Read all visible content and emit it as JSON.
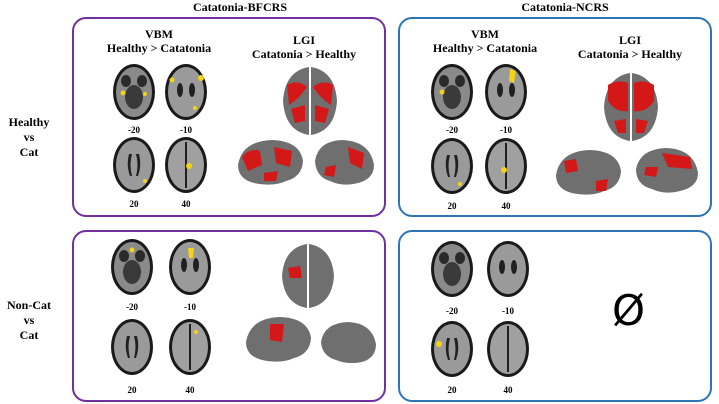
{
  "columns": [
    "Catatonia-BFCRS",
    "Catatonia-NCRS"
  ],
  "rows": [
    {
      "lines": [
        "Healthy",
        "vs",
        "Cat"
      ]
    },
    {
      "lines": [
        "Non-Cat",
        "vs",
        "Cat"
      ]
    }
  ],
  "vbm": {
    "title": "VBM",
    "subtitle": "Healthy > Catatonia"
  },
  "lgi": {
    "title": "LGI",
    "subtitle": "Catatonia > Healthy"
  },
  "slice_labels": [
    "-20",
    "-10",
    "20",
    "40"
  ],
  "empty_symbol": "Ø",
  "colors": {
    "purple": "#7030a0",
    "blue": "#2e75b6",
    "vbm_blob": "#f2d318",
    "lgi_blob": "#d41717",
    "cortex": "#6f6f6f"
  }
}
